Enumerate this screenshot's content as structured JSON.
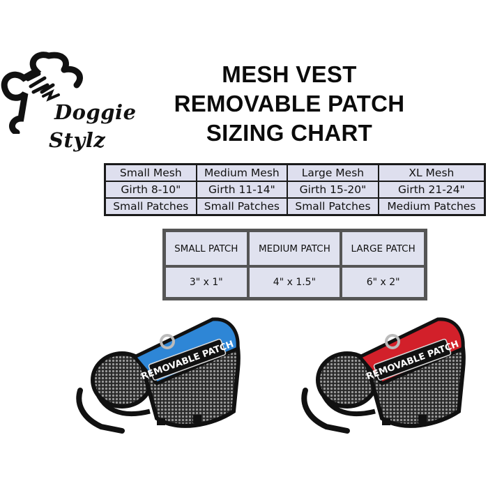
{
  "brand": {
    "line1": "Doggie",
    "line2": "Stylz"
  },
  "title": {
    "line1": "MESH VEST",
    "line2": "REMOVABLE PATCH",
    "line3": "SIZING CHART"
  },
  "mesh_table": {
    "rows": [
      [
        "Small Mesh",
        "Medium Mesh",
        "Large Mesh",
        "XL Mesh"
      ],
      [
        "Girth 8-10\"",
        "Girth 11-14\"",
        "Girth 15-20\"",
        "Girth 21-24\""
      ],
      [
        "Small Patches",
        "Small Patches",
        "Small Patches",
        "Medium Patches"
      ]
    ]
  },
  "patch_table": {
    "headers": [
      "SMALL PATCH",
      "MEDIUM PATCH",
      "LARGE PATCH"
    ],
    "values": [
      "3\" x 1\"",
      "4\" x 1.5\"",
      "6\" x 2\""
    ]
  },
  "vests": [
    {
      "color": "#2e86d6",
      "patch_text": "REMOVABLE PATCH"
    },
    {
      "color": "#d2202a",
      "patch_text": "REMOVABLE PATCH"
    }
  ]
}
